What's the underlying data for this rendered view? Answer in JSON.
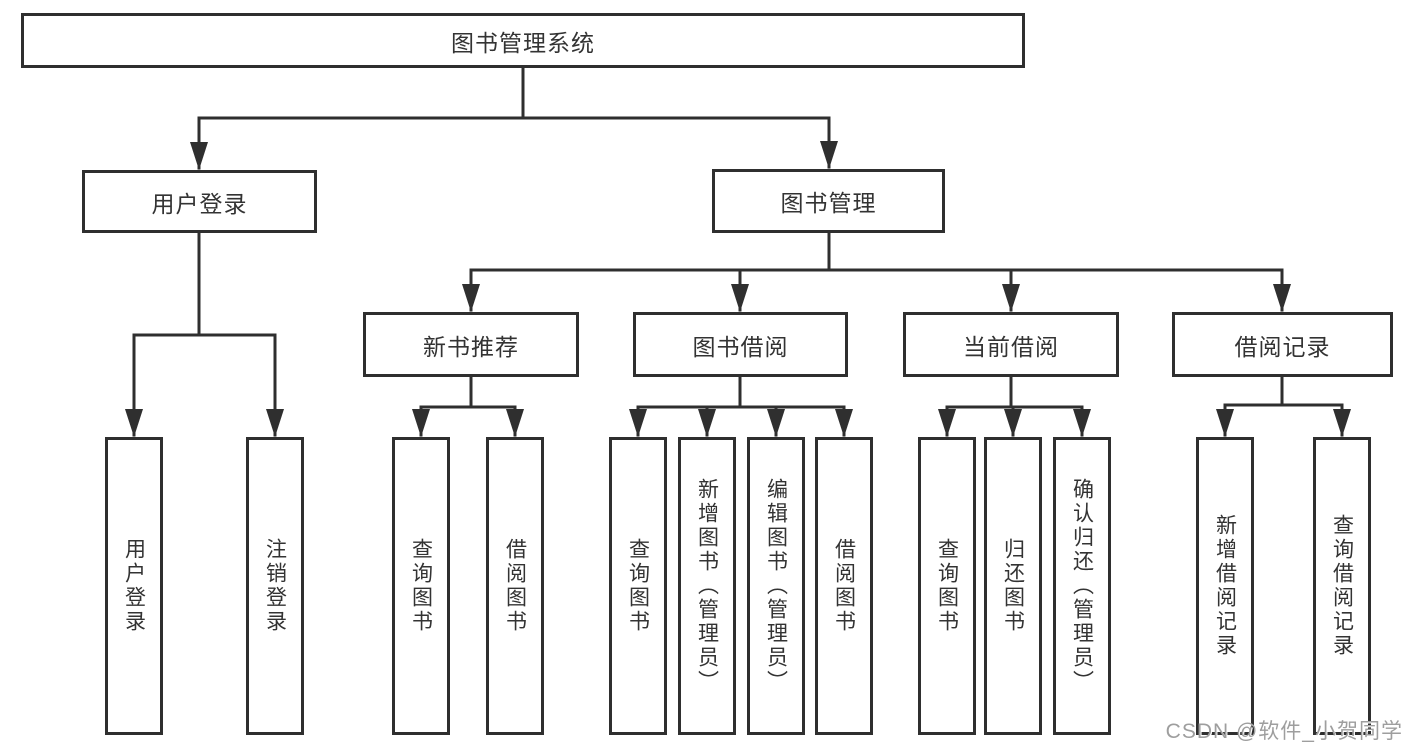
{
  "colors": {
    "line": "#2f2f2f",
    "box_border": "#2f2f2f",
    "text": "#333333",
    "watermark": "#9e9e9e",
    "background": "#ffffff"
  },
  "tree": {
    "label": "图书管理系统",
    "children": [
      {
        "label": "用户登录",
        "children": [
          {
            "label": "用户登录"
          },
          {
            "label": "注销登录"
          }
        ]
      },
      {
        "label": "图书管理",
        "children": [
          {
            "label": "新书推荐",
            "children": [
              {
                "label": "查询图书"
              },
              {
                "label": "借阅图书"
              }
            ]
          },
          {
            "label": "图书借阅",
            "children": [
              {
                "label": "查询图书"
              },
              {
                "label": "新增图书（管理员）"
              },
              {
                "label": "编辑图书（管理员）"
              },
              {
                "label": "借阅图书"
              }
            ]
          },
          {
            "label": "当前借阅",
            "children": [
              {
                "label": "查询图书"
              },
              {
                "label": "归还图书"
              },
              {
                "label": "确认归还（管理员）"
              }
            ]
          },
          {
            "label": "借阅记录",
            "children": [
              {
                "label": "新增借阅记录"
              },
              {
                "label": "查询借阅记录"
              }
            ]
          }
        ]
      }
    ]
  },
  "watermark": {
    "text": "CSDN @软件_小贺同学"
  }
}
